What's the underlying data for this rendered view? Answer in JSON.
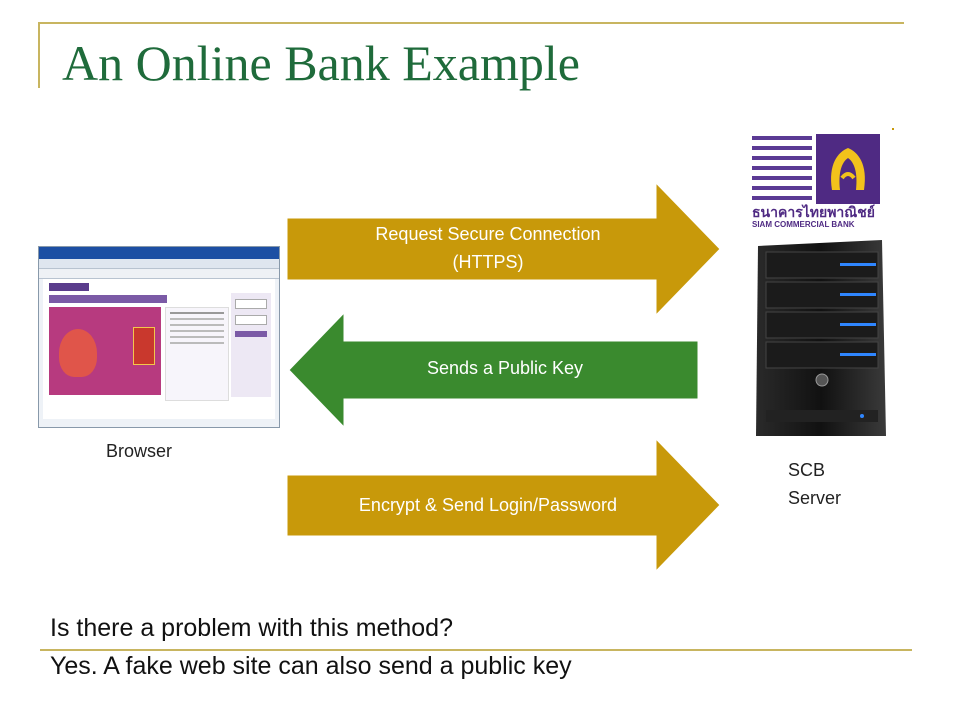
{
  "slide": {
    "title": "An Online Bank Example"
  },
  "arrows": {
    "request_line1": "Request Secure Connection",
    "request_line2": "(HTTPS)",
    "public_key": "Sends a Public Key",
    "encrypt": "Encrypt & Send  Login/Password"
  },
  "labels": {
    "browser": "Browser",
    "server_line1": "SCB",
    "server_line2": "Server"
  },
  "bank_logo": {
    "thai_name": "ธนาคารไทยพาณิชย์",
    "english_name": "SIAM COMMERCIAL BANK"
  },
  "footer": {
    "question": "Is there a problem with this method?",
    "answer": "Yes. A fake web site can also send a public key"
  },
  "colors": {
    "title": "#1f6b3b",
    "gold_arrow": "#c8990a",
    "green_arrow": "#3a8a2e",
    "frame": "#c8b560",
    "bank_purple": "#4f2a83"
  }
}
